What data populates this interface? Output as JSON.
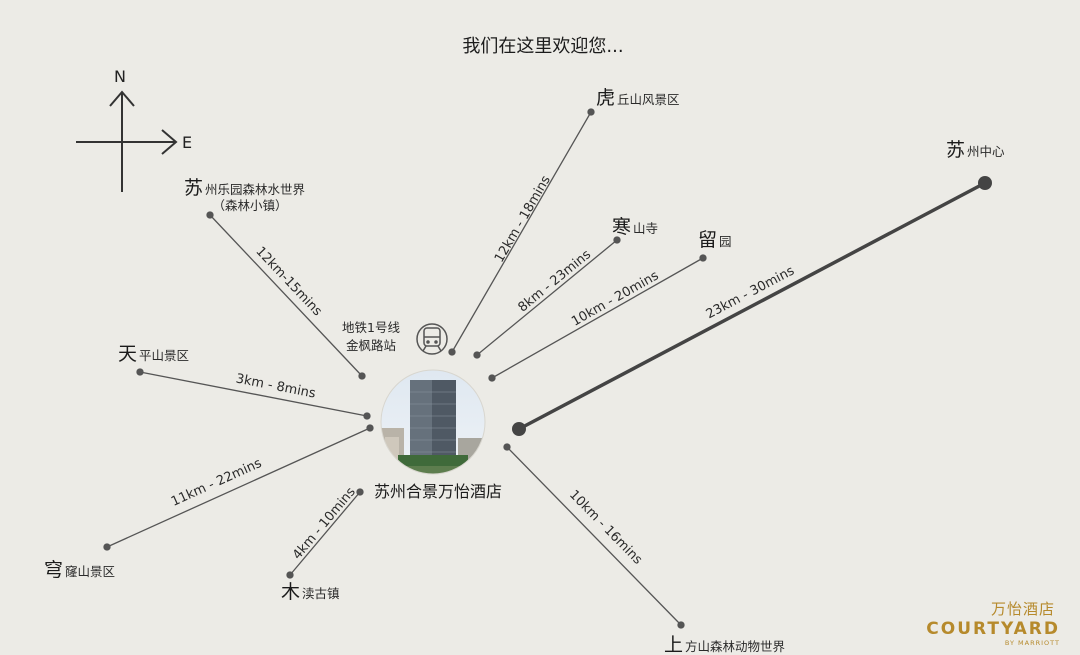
{
  "title": "我们在这里欢迎您...",
  "compass": {
    "north": "N",
    "east": "E"
  },
  "hotel": {
    "name": "苏州合景万怡酒店"
  },
  "metro": {
    "line1": "地铁1号线",
    "line2": "金枫路站"
  },
  "destinations": [
    {
      "id": "leyuan",
      "first": "苏",
      "rest": "州乐园森林水世界",
      "note": "（森林小镇）",
      "distance": "12km-15mins"
    },
    {
      "id": "huqiu",
      "first": "虎",
      "rest": "丘山风景区",
      "distance": "12km - 18mins"
    },
    {
      "id": "hanshan",
      "first": "寒",
      "rest": "山寺",
      "distance": "8km - 23mins"
    },
    {
      "id": "liuyuan",
      "first": "留",
      "rest": "园",
      "distance": "10km - 20mins"
    },
    {
      "id": "center",
      "first": "苏",
      "rest": "州中心",
      "distance": "23km - 30mins"
    },
    {
      "id": "tianping",
      "first": "天",
      "rest": "平山景区",
      "distance": "3km - 8mins"
    },
    {
      "id": "qionglong",
      "first": "穹",
      "rest": "窿山景区",
      "distance": "11km - 22mins"
    },
    {
      "id": "mudu",
      "first": "木",
      "rest": "渎古镇",
      "distance": "4km - 10mins"
    },
    {
      "id": "shangfang",
      "first": "上",
      "rest": "方山森林动物世界",
      "distance": "10km - 16mins"
    }
  ],
  "brand": {
    "chinese": "万怡酒店",
    "name": "COURTYARD",
    "sub": "BY MARRIOTT",
    "color": "#b68a2c"
  },
  "colors": {
    "background": "#ecebe6",
    "line": "#555555",
    "accent_line": "#444444"
  }
}
